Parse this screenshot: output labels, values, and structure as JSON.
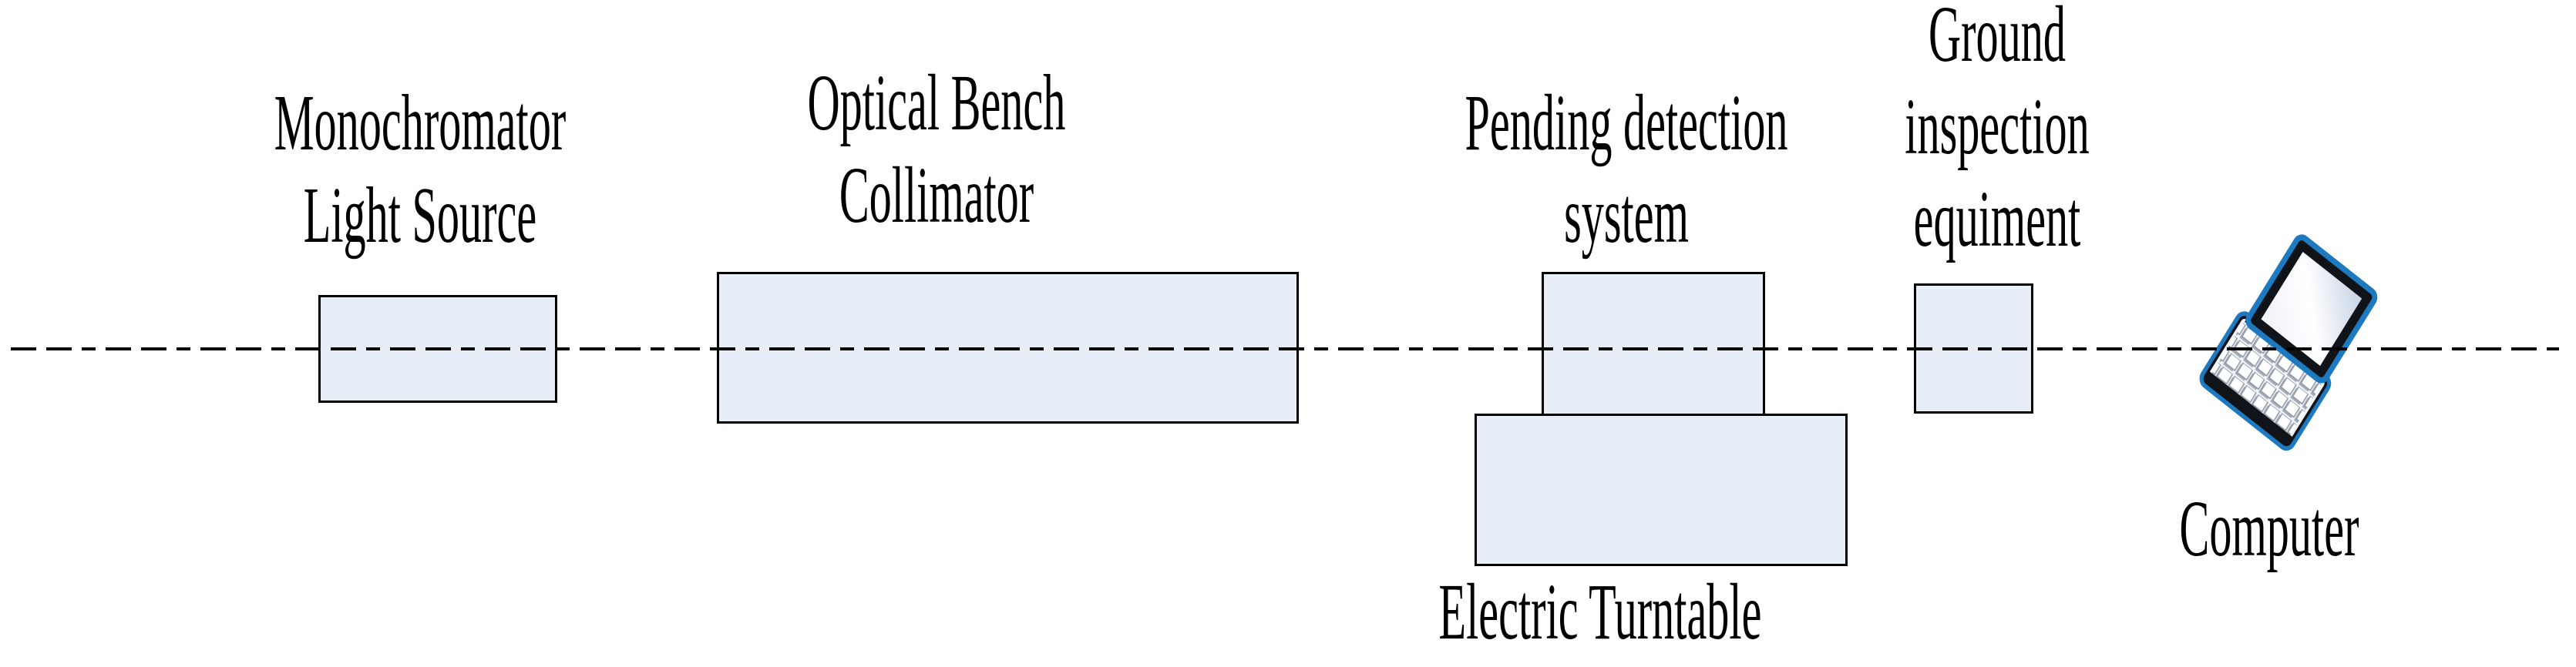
{
  "figure": {
    "axis": {
      "name": "optical-axis",
      "style": "dash-dot-centerline",
      "color": "#000000"
    },
    "colors": {
      "background": "#ffffff",
      "box_fill": "#e8eef7",
      "box_border": "#000000",
      "text": "#000000",
      "laptop_blue": "#1d79c0",
      "laptop_dark": "#101317",
      "key_face": "#ffffff",
      "key_shadow": "#a7aeb9"
    },
    "components": [
      {
        "id": "monochromator-light-source",
        "type": "box",
        "label": [
          "Monochromator",
          "Light Source"
        ]
      },
      {
        "id": "optical-bench-collimator",
        "type": "box",
        "label": [
          "Optical Bench",
          "Collimator"
        ]
      },
      {
        "id": "pending-detection-system",
        "type": "box",
        "label": [
          "Pending detection",
          "system"
        ]
      },
      {
        "id": "electric-turntable",
        "type": "box",
        "label": [
          "Electric Turntable"
        ]
      },
      {
        "id": "ground-inspection-equiment",
        "type": "box",
        "label": [
          "Ground",
          "inspection",
          "equiment"
        ]
      },
      {
        "id": "computer",
        "type": "icon",
        "icon": "laptop-icon",
        "label": [
          "Computer"
        ]
      }
    ]
  }
}
